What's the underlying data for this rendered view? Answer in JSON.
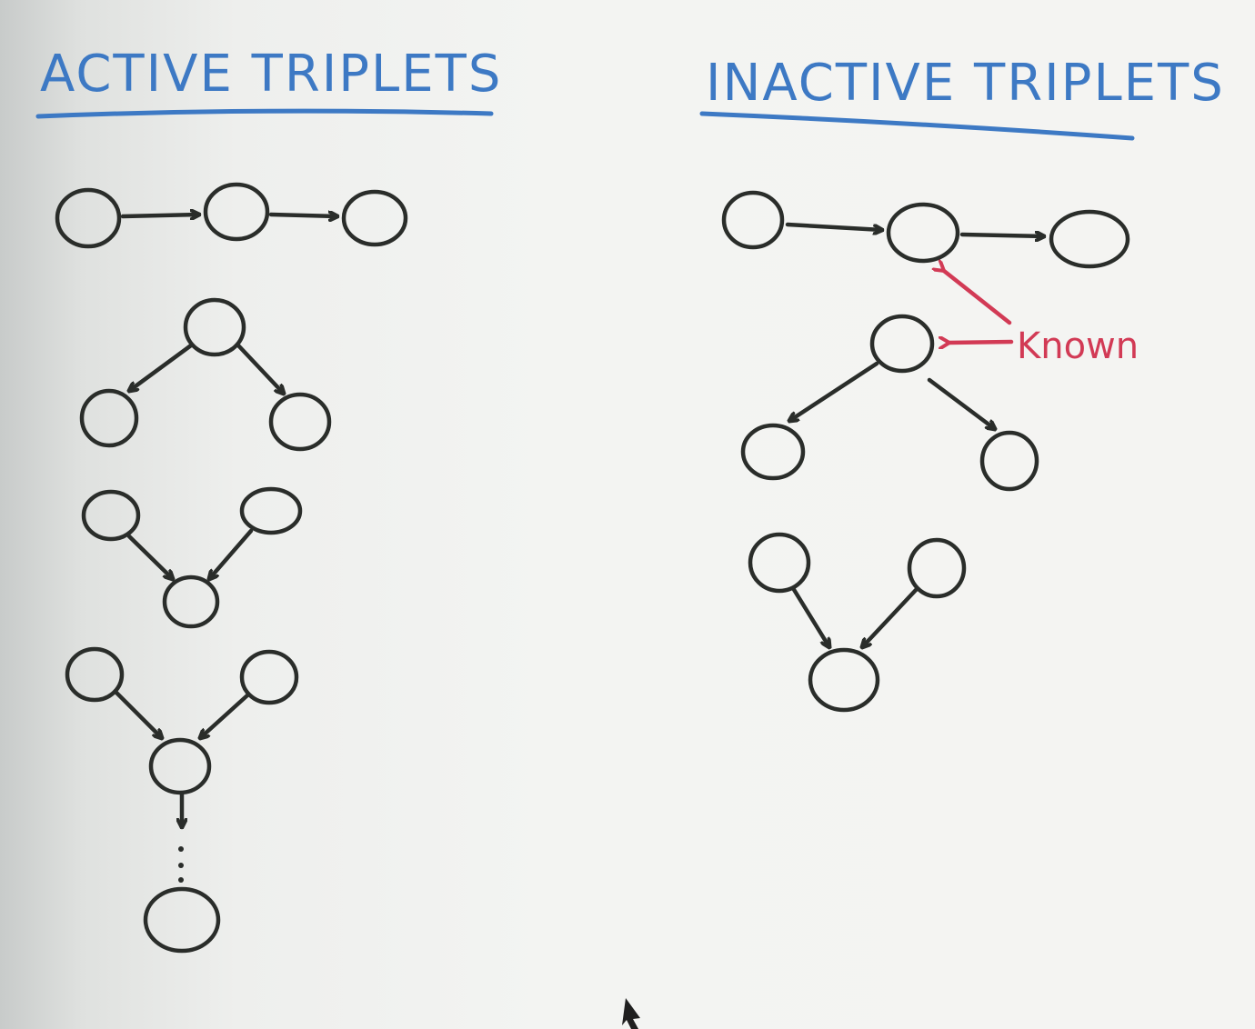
{
  "headings": {
    "active": "ACTIVE TRIPLETS",
    "inactive": "INACTIVE TRIPLETS"
  },
  "annotation": {
    "known": "Known"
  },
  "colors": {
    "ink": "#2a2d2a",
    "heading": "#3d79c4",
    "annotation": "#d23a55",
    "shade": "#2a2d2a"
  }
}
